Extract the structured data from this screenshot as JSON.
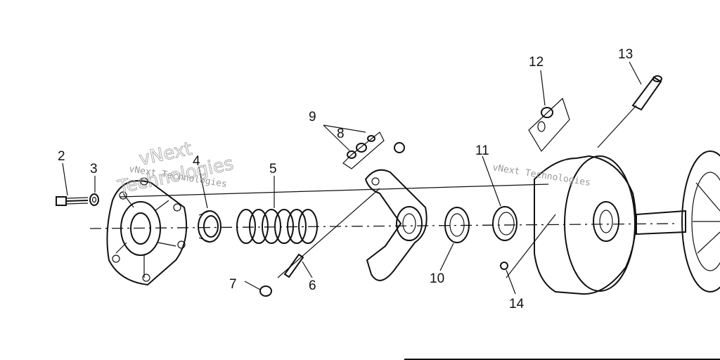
{
  "diagram": {
    "callouts": [
      "2",
      "3",
      "4",
      "5",
      "6",
      "7",
      "8",
      "9",
      "10",
      "11",
      "12",
      "13",
      "14"
    ],
    "watermarks": [
      "vNext Technologies",
      "vNext Technologies",
      "vNext",
      "Technologies"
    ],
    "colors": {
      "ink": "#111111",
      "watermark": "#9a9a9a",
      "background": "#ffffff"
    }
  }
}
